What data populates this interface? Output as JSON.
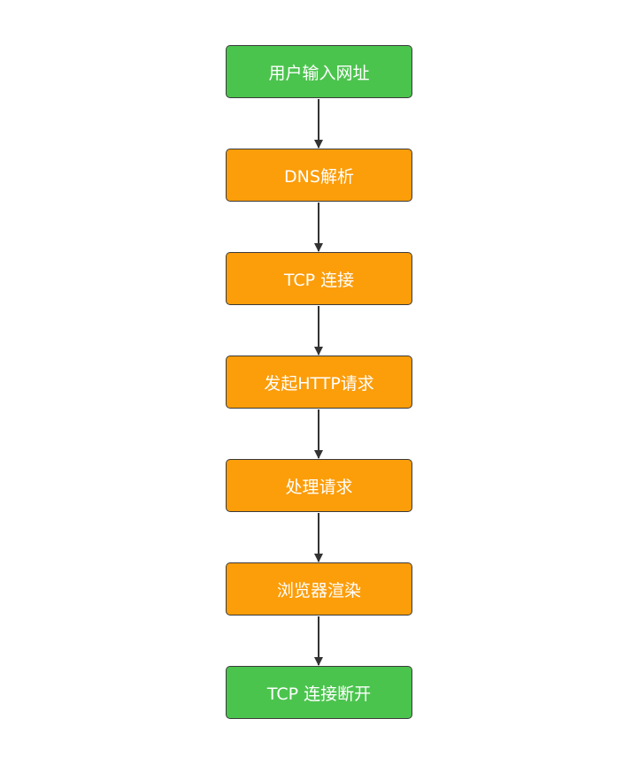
{
  "colors": {
    "start_end": "#4bc44e",
    "process": "#fc9d0a",
    "connector": "#333333"
  },
  "steps": [
    {
      "label": "用户输入网址",
      "kind": "start_end"
    },
    {
      "label": "DNS解析",
      "kind": "process"
    },
    {
      "label": "TCP 连接",
      "kind": "process"
    },
    {
      "label": "发起HTTP请求",
      "kind": "process"
    },
    {
      "label": "处理请求",
      "kind": "process"
    },
    {
      "label": "浏览器渲染",
      "kind": "process"
    },
    {
      "label": "TCP 连接断开",
      "kind": "start_end"
    }
  ]
}
